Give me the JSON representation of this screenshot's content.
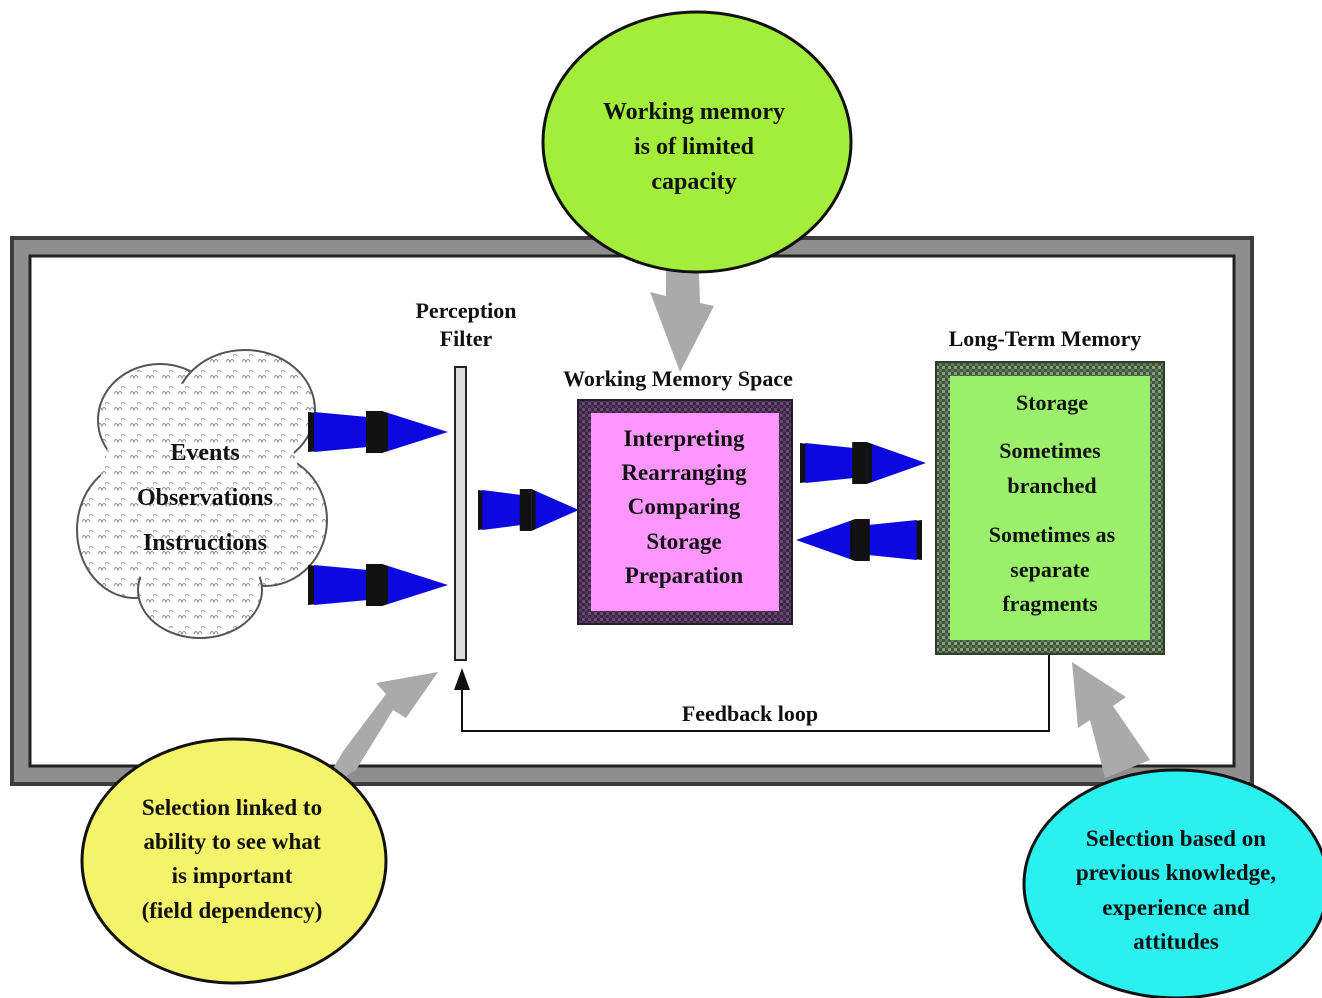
{
  "colors": {
    "frame": "#3c3c3c",
    "frame_fill": "#8e8e8e",
    "callout_green": "#a3ee3a",
    "callout_yellow": "#f5f36a",
    "callout_cyan": "#2af0f0",
    "working_box_fill": "#ff96ff",
    "working_box_border": "#4a3050",
    "ltm_box_fill": "#9af06a",
    "ltm_box_border": "#3f5a3a",
    "cone_arrow": "#0d08e0",
    "gray_arrow": "#aaaaaa"
  },
  "callouts": {
    "top": [
      "Working memory",
      "is of limited",
      "capacity"
    ],
    "bottom_left": [
      "Selection linked to",
      "ability to see what",
      "is important",
      "(field dependency)"
    ],
    "bottom_right": [
      "Selection based on",
      "previous knowledge,",
      "experience and",
      "attitudes"
    ]
  },
  "cloud": {
    "items": [
      "Events",
      "Observations",
      "Instructions"
    ]
  },
  "perception_filter": {
    "title": [
      "Perception",
      "Filter"
    ]
  },
  "working_memory": {
    "title": "Working Memory Space",
    "items": [
      "Interpreting",
      "Rearranging",
      "Comparing",
      "Storage",
      "Preparation"
    ]
  },
  "long_term_memory": {
    "title": "Long-Term Memory",
    "items": [
      "Storage",
      "Sometimes",
      "branched",
      "Sometimes as",
      "separate",
      "fragments"
    ]
  },
  "feedback": {
    "label": "Feedback loop"
  },
  "icons": {
    "flow_arrow": "blue-cone-arrow-icon",
    "influence_arrow": "gray-block-arrow-icon",
    "cloud": "cloud-icon"
  }
}
